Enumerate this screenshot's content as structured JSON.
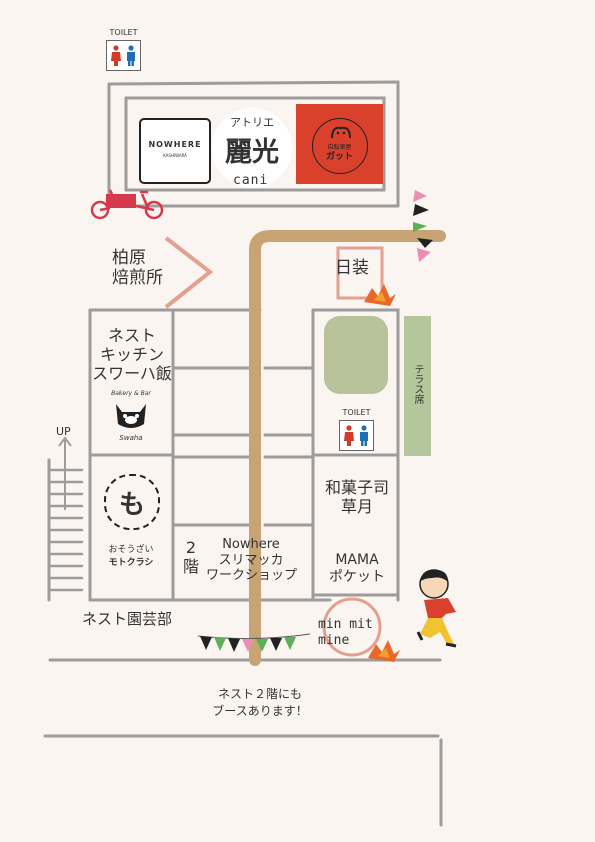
{
  "toilet_label": "TOILET",
  "shops": {
    "nowhere_logo_top": "NOWHERE",
    "nowhere_logo_sub": "KASHIWARA",
    "atelier_small": "アトリエ",
    "atelier_big": "麗光",
    "cani": "cani",
    "gatto_top": "自転車屋",
    "gatto_main": "ガット",
    "kashiwara_roast": "柏原\n焙煎所",
    "nisso": "日装",
    "nest_kitchen": "ネスト\nキッチン\nスワーハ飯",
    "bakery_logo": "Bakery & Bar",
    "bakery_sub": "Swaha",
    "terrace": "テラス席",
    "wagashi": "和菓子司\n草月",
    "motokurashi_mark": "も",
    "motokurashi_sub1": "おそうざい",
    "motokurashi_sub2": "モトクラシ",
    "second_floor": "2\n階",
    "nowhere_ws": "Nowhere\nスリマッカ\nワークショップ",
    "mama_pocket": "MAMA\nポケット",
    "nest_garden": "ネスト園芸部",
    "minmit": "min mit\nmine",
    "up": "UP"
  },
  "note": "ネスト２階にも\nブースあります！",
  "colors": {
    "background": "#fbf5f1",
    "path": "#c8a374",
    "red_logo_bg": "#d9412c",
    "terrace_green": "#b5c59c",
    "pond_green": "#b9c39b",
    "toilet_blue": "#1f6fb4",
    "toilet_red": "#d23a2a",
    "bike_red": "#d53a4c"
  }
}
